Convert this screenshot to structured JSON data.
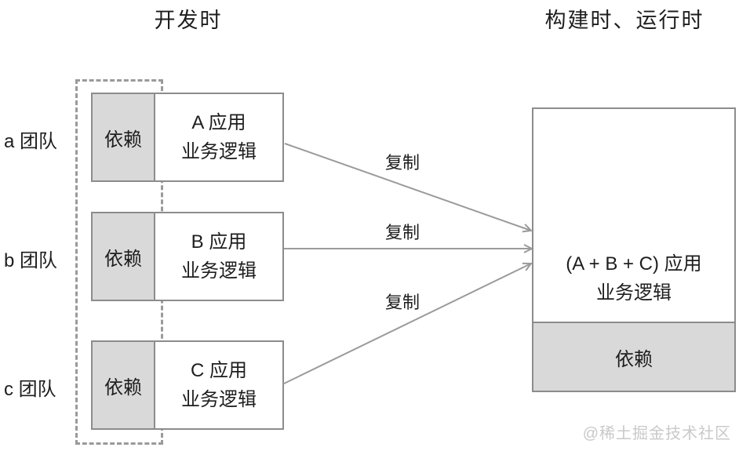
{
  "titles": {
    "left": "开发时",
    "right": "构建时、运行时"
  },
  "teams": [
    {
      "label": "a 团队",
      "dependency": "依赖",
      "app_line1": "A 应用",
      "app_line2": "业务逻辑"
    },
    {
      "label": "b 团队",
      "dependency": "依赖",
      "app_line1": "B 应用",
      "app_line2": "业务逻辑"
    },
    {
      "label": "c 团队",
      "dependency": "依赖",
      "app_line1": "C 应用",
      "app_line2": "业务逻辑"
    }
  ],
  "arrows": [
    {
      "label": "复制"
    },
    {
      "label": "复制"
    },
    {
      "label": "复制"
    }
  ],
  "result_box": {
    "line1": "(A + B + C) 应用",
    "line2": "业务逻辑",
    "dependency": "依赖"
  },
  "watermark": "@稀土掘金技术社区",
  "colors": {
    "border": "#8c8c8c",
    "gray_fill": "#d9d9d9",
    "arrow": "#9b9b9b",
    "text": "#1e1e1e",
    "watermark": "#c9c9c9"
  }
}
